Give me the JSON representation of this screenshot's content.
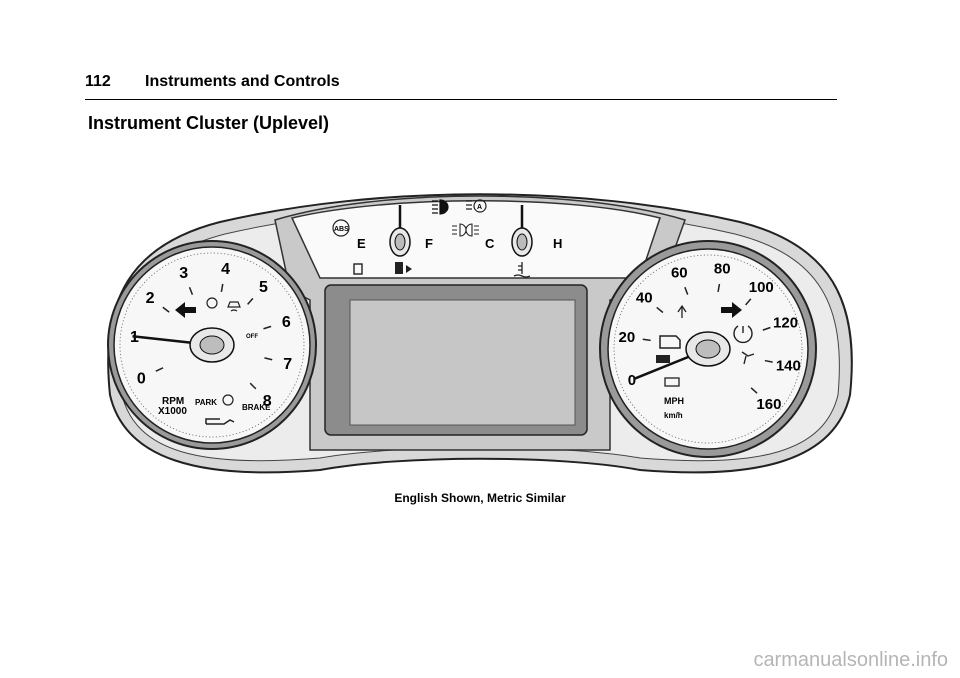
{
  "header": {
    "page_number": "112",
    "chapter": "Instruments and Controls"
  },
  "section_title": "Instrument Cluster (Uplevel)",
  "cluster": {
    "tachometer": {
      "tick_labels": [
        "0",
        "1",
        "2",
        "3",
        "4",
        "5",
        "6",
        "7",
        "8"
      ],
      "unit_label_1": "RPM",
      "unit_label_2": "X1000",
      "park_label": "PARK",
      "brake_label": "BRAKE",
      "indicator_off": "OFF",
      "needle_reading": 1.0
    },
    "top_gauges": {
      "abs_label": "ABS",
      "fuel_empty": "E",
      "fuel_full": "F",
      "temp_cold": "C",
      "temp_hot": "H",
      "auto_light_label": "A"
    },
    "speedometer": {
      "tick_labels": [
        "0",
        "20",
        "40",
        "60",
        "80",
        "100",
        "120",
        "140",
        "160"
      ],
      "unit_label_1": "MPH",
      "unit_label_2": "km/h",
      "needle_reading": 0
    }
  },
  "caption": "English Shown, Metric Similar",
  "watermark": "carmanualsonline.info"
}
